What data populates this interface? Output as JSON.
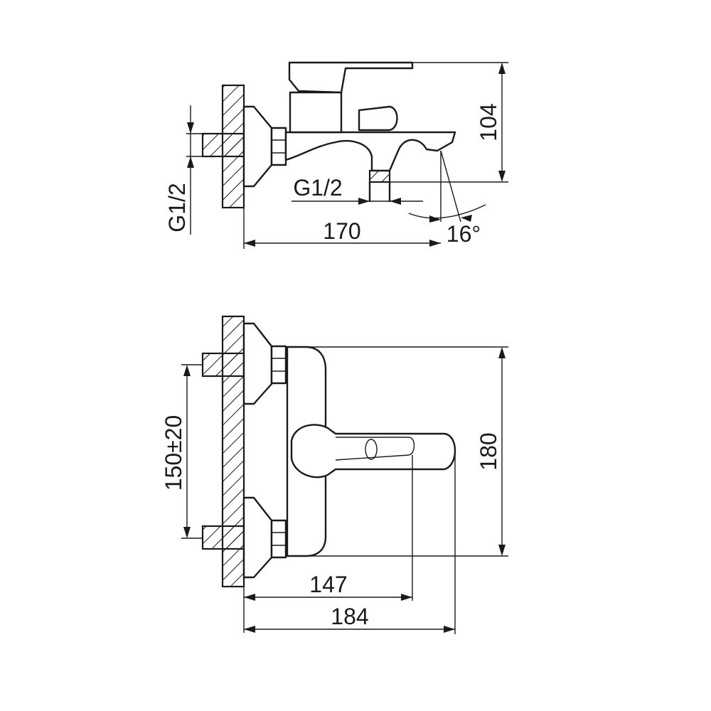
{
  "side_view": {
    "dim_height": "104",
    "dim_width": "170",
    "dim_thread_inlet": "G1/2",
    "dim_thread_outlet": "G1/2",
    "dim_angle": "16°"
  },
  "front_view": {
    "dim_height": "180",
    "dim_center_distance": "150±20",
    "dim_handle_reach": "147",
    "dim_total_width": "184"
  }
}
